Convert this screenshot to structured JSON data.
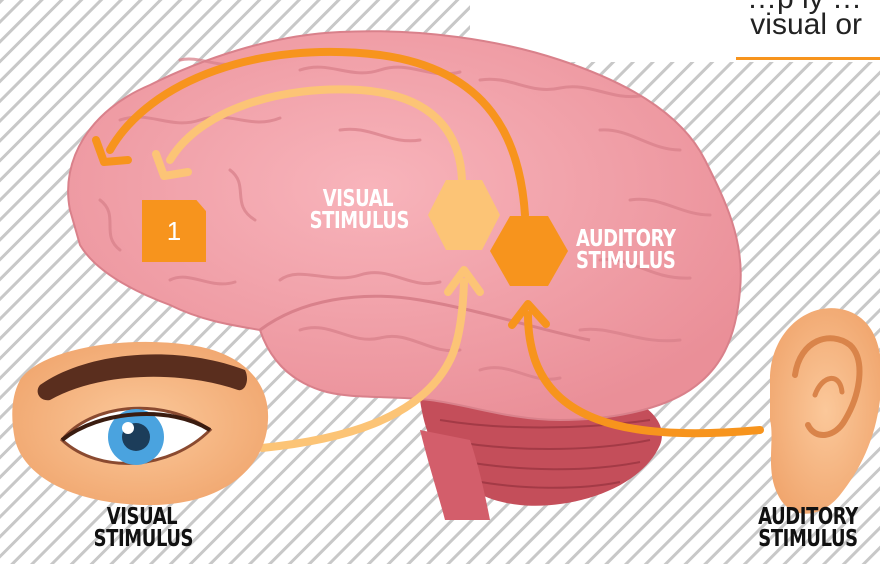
{
  "header": {
    "line1": "…p  ly  …",
    "line2": "visual or"
  },
  "brain": {
    "step_badge": "1",
    "visual_node_label_1": "VISUAL",
    "visual_node_label_2": "STIMULUS",
    "auditory_node_label_1": "AUDITORY",
    "auditory_node_label_2": "STIMULUS"
  },
  "eye": {
    "label_1": "VISUAL",
    "label_2": "STIMULUS"
  },
  "ear": {
    "label_1": "AUDITORY",
    "label_2": "STIMULUS"
  },
  "colors": {
    "visual_path": "#fcc476",
    "auditory_path": "#f7941d",
    "brain": "#f4a0a8",
    "cerebellum": "#c44e5a"
  },
  "icons": [
    "brain-icon",
    "eye-icon",
    "ear-icon",
    "hexagon-icon",
    "arrow-icon"
  ]
}
